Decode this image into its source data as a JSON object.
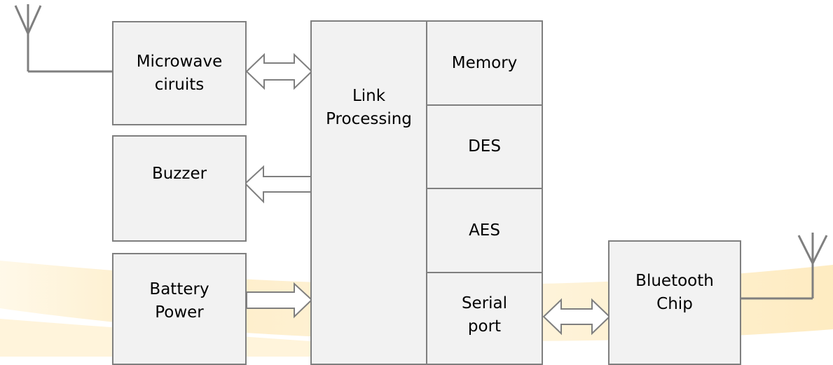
{
  "blocks": {
    "microwave": "Microwave ciruits",
    "buzzer": "Buzzer",
    "battery": "Battery Power",
    "link": "Link Processing",
    "memory": "Memory",
    "des": "DES",
    "aes": "AES",
    "serial": "Serial port",
    "bluetooth": "Bluetooth Chip"
  },
  "colors": {
    "box_fill": "#f2f2f2",
    "box_border": "#7f7f7f",
    "arrow_fill": "#ffffff",
    "background_accent": "#fde3a7"
  }
}
